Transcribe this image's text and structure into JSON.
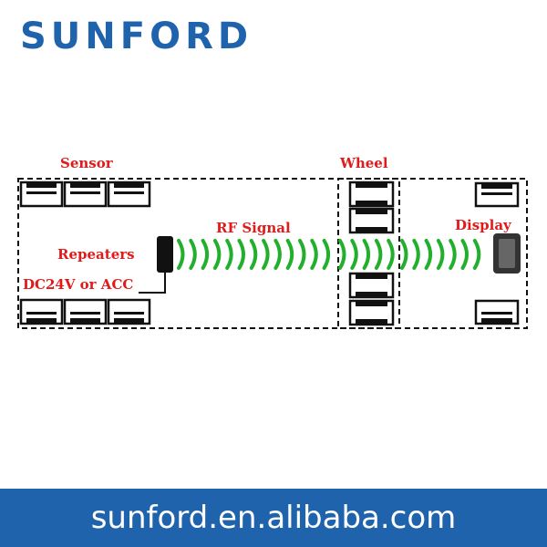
{
  "brand": {
    "logo_text": "SUNFORD",
    "color": "#1f63ad"
  },
  "labels": {
    "sensor": "Sensor",
    "wheel": "Wheel",
    "rf_signal": "RF Signal",
    "display": "Display",
    "repeaters": "Repeaters",
    "power": "DC24V or ACC"
  },
  "footer": {
    "url": "sunford.en.alibaba.com",
    "background": "#1f63ad"
  },
  "colors": {
    "label": "#e01b1b",
    "signal": "#22b02c",
    "outline": "#111111"
  },
  "icons": {
    "wave": "signal-wave-icon",
    "tire": "tire-icon",
    "repeater": "repeater-icon",
    "display": "display-icon"
  }
}
